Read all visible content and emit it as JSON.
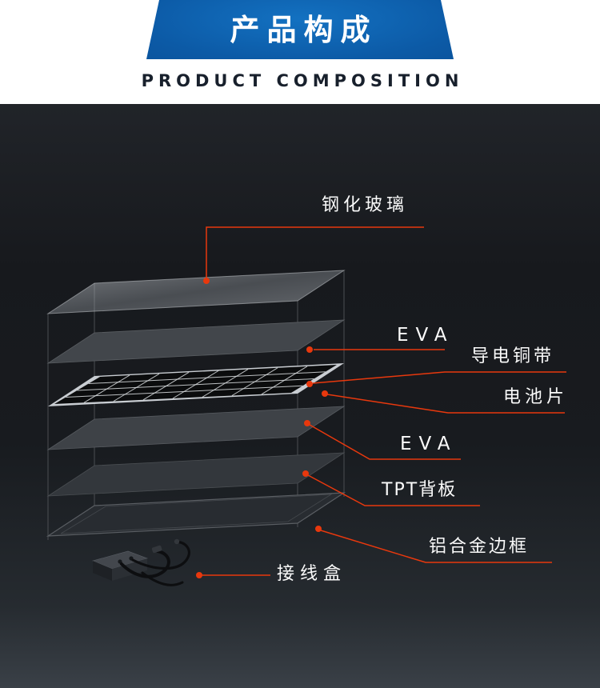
{
  "header": {
    "title": "产品构成",
    "subtitle": "PRODUCT COMPOSITION"
  },
  "labels": {
    "tempered_glass": "钢化玻璃",
    "eva_top": "EVA",
    "copper_ribbon": "导电铜带",
    "solar_cell": "电池片",
    "eva_bottom": "EVA",
    "tpt_backsheet": "TPT背板",
    "aluminum_frame": "铝合金边框",
    "junction_box": "接线盒"
  },
  "colors": {
    "accent_red": "#e8380d",
    "banner_blue": "#0c5aa6",
    "stage_background": "#1a1d21",
    "label_text": "#fbfbfb"
  },
  "diagram": {
    "type": "exploded-solar-panel-layers",
    "layer_order_top_to_bottom": [
      "tempered-glass",
      "eva",
      "solar-cells-with-copper-ribbon",
      "eva",
      "tpt-backsheet",
      "aluminum-frame"
    ],
    "extra_part": "junction-box-with-cables"
  }
}
